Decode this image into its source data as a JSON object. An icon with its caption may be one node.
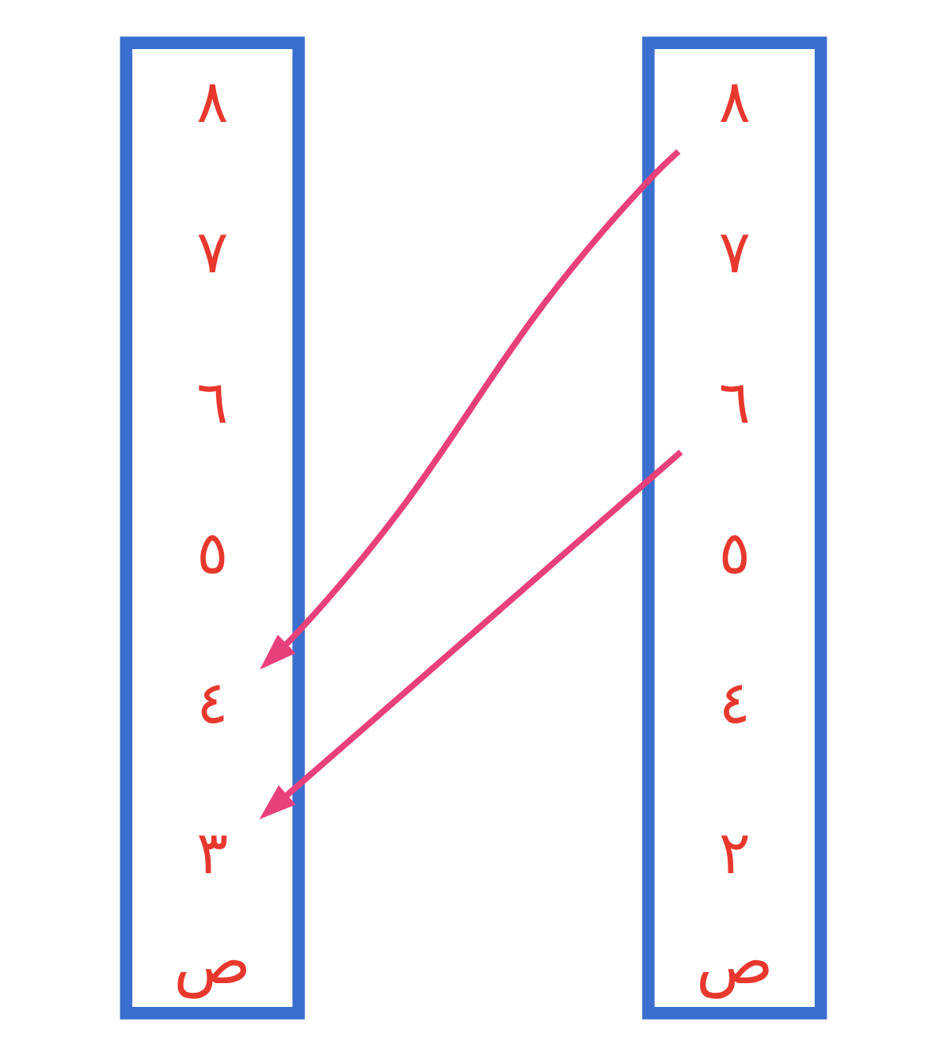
{
  "diagram": {
    "nodes": [
      {
        "text": [
          "ص"
        ]
      },
      {
        "text": [
          "٣"
        ],
        "in": 0
      },
      {
        "text": [
          "٤"
        ],
        "in": 0
      },
      {
        "text": [
          "٥"
        ],
        "in": 0
      },
      {
        "text": [
          "٦"
        ],
        "in": 0
      },
      {
        "text": [
          "٧"
        ],
        "in": 0
      },
      {
        "text": [
          "٨"
        ],
        "in": 0
      },
      {
        "text": [
          "ص"
        ]
      },
      {
        "text": [
          "٢"
        ],
        "in": 7
      },
      {
        "text": [
          "٤"
        ],
        "in": 7
      },
      {
        "text": [
          "٥"
        ],
        "in": 7
      },
      {
        "text": [
          "٦"
        ],
        "in": 7
      },
      {
        "text": [
          "٧"
        ],
        "in": 7
      },
      {
        "text": [
          "٨"
        ],
        "in": 7
      }
    ],
    "edges": [
      {
        "from": 11,
        "to": 1,
        "arrow": "to",
        "color": "#e8407a"
      },
      {
        "from": 13,
        "to": 2,
        "arrow": "to",
        "color": "#e8407a"
      }
    ]
  }
}
